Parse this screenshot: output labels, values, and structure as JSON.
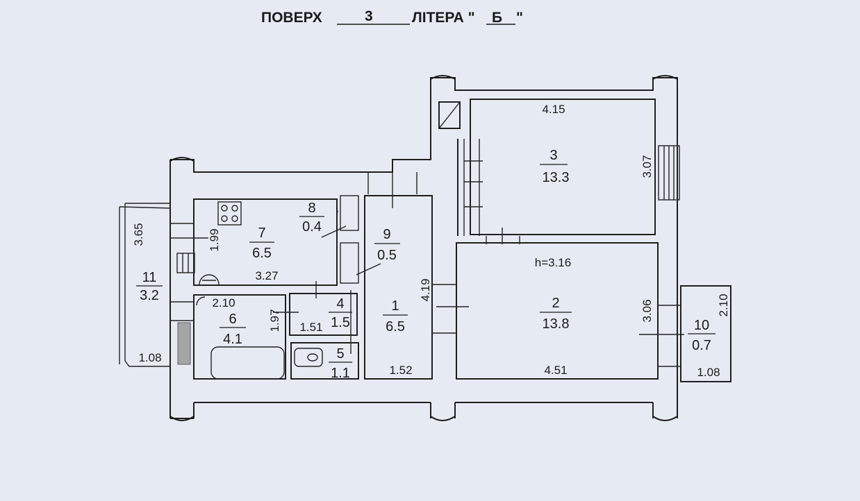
{
  "header": {
    "floor_label": "ПОВЕРХ",
    "floor_value": "3",
    "letter_label": "ЛІТЕРА \"",
    "letter_value": "Б",
    "letter_close": "\""
  },
  "rooms": [
    {
      "id": "1",
      "num": "1",
      "area": "6.5"
    },
    {
      "id": "2",
      "num": "2",
      "area": "13.8"
    },
    {
      "id": "3",
      "num": "3",
      "area": "13.3"
    },
    {
      "id": "4",
      "num": "4",
      "area": "1.5"
    },
    {
      "id": "5",
      "num": "5",
      "area": "1.1"
    },
    {
      "id": "6",
      "num": "6",
      "area": "4.1"
    },
    {
      "id": "7",
      "num": "7",
      "area": "6.5"
    },
    {
      "id": "8",
      "num": "8",
      "area": "0.4"
    },
    {
      "id": "9",
      "num": "9",
      "area": "0.5"
    },
    {
      "id": "10",
      "num": "10",
      "area": "0.7"
    },
    {
      "id": "11",
      "num": "11",
      "area": "3.2"
    }
  ],
  "dimensions": {
    "r3_width": "4.15",
    "r3_height": "3.07",
    "ceiling_height": "h=3.16",
    "r2_width": "4.51",
    "r2_height": "3.06",
    "r1_width": "1.52",
    "r1_height": "4.19",
    "r7_width": "3.27",
    "r7_height": "1.99",
    "r6_width": "2.10",
    "r6_height": "1.97",
    "r4_width": "1.51",
    "r11_height": "3.65",
    "r11_width": "1.08",
    "r10_height": "2.10",
    "r10_width": "1.08"
  }
}
